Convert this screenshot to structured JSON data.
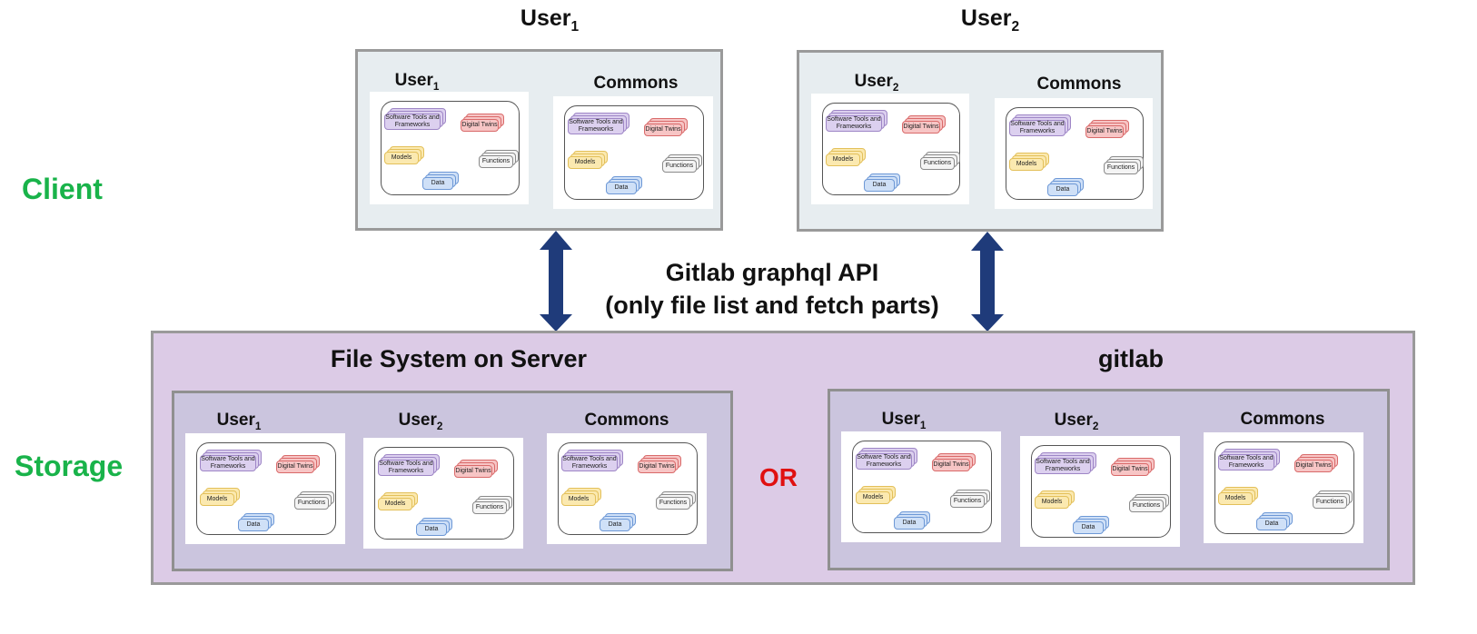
{
  "layers": {
    "client": "Client",
    "storage": "Storage"
  },
  "colors": {
    "layer_label": "#19b34a",
    "or": "#e01010",
    "arrow": "#1f3b7a",
    "tools_fill": "#dcd0ef",
    "tools_stroke": "#9e86c6",
    "twins_fill": "#f7c5c5",
    "twins_stroke": "#d96a6a",
    "models_fill": "#fbe9b0",
    "models_stroke": "#e3c05a",
    "functions_fill": "#f4f4f4",
    "functions_stroke": "#8a8a8a",
    "data_fill": "#cfe0f7",
    "data_stroke": "#6d98d6"
  },
  "client": {
    "user1_label": "User",
    "user1_sub": "1",
    "user2_label": "User",
    "user2_sub": "2"
  },
  "api": {
    "line1": "Gitlab graphql API",
    "line2": "(only file list and fetch parts)"
  },
  "storage": {
    "fs_title": "File System on Server",
    "gitlab_title": "gitlab",
    "or_label": "OR"
  },
  "card_titles": {
    "user": "User",
    "commons": "Commons"
  },
  "assets": {
    "tools": "Software Tools and Frameworks",
    "twins": "Digital Twins",
    "models": "Models",
    "functions": "Functions",
    "data": "Data"
  }
}
